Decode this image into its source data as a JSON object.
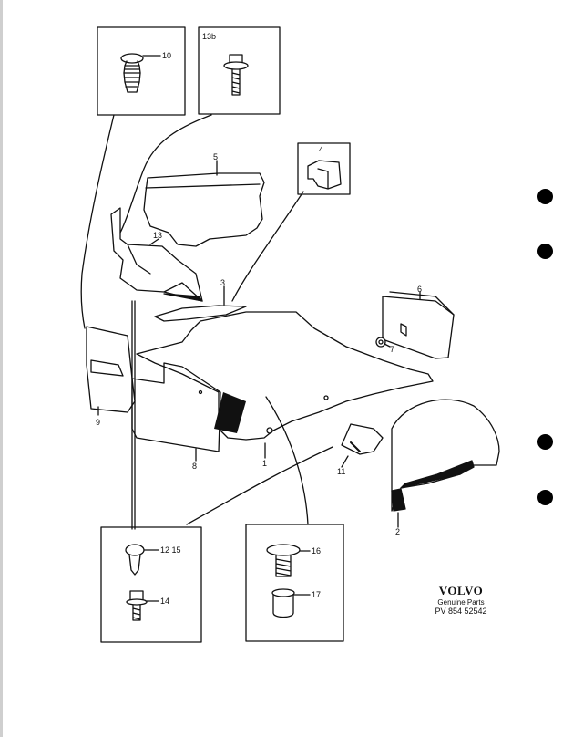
{
  "diagram": {
    "callouts": [
      "10",
      "13b",
      "5",
      "4",
      "13",
      "3",
      "6",
      "7",
      "9",
      "8",
      "1",
      "11",
      "2",
      "12 15",
      "14",
      "16",
      "17"
    ]
  },
  "branding": {
    "logo_text": "VOLVO",
    "subtitle": "Genuine Parts",
    "part_number": "PV 854 52542"
  }
}
